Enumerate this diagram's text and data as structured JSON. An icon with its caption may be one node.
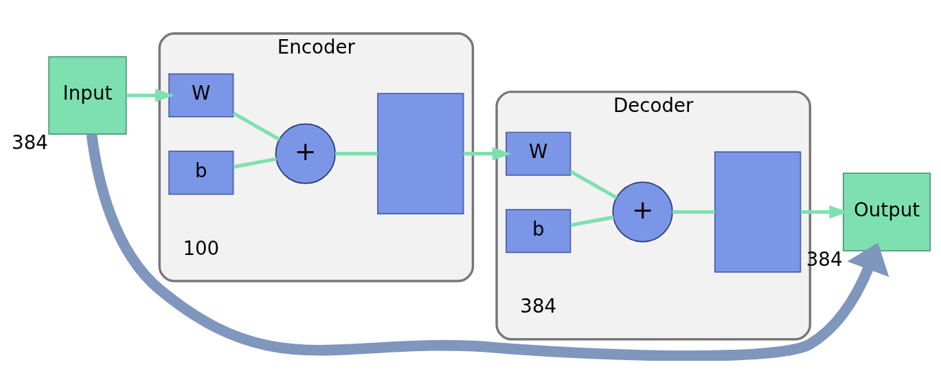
{
  "diagram": {
    "nodes": [
      {
        "text": [
          "Input"
        ],
        "beside": [
          "384"
        ]
      },
      {
        "text": [
          "Encoder"
        ],
        "beside": [
          "100"
        ]
      },
      {
        "text": [
          "W"
        ],
        "in": 1
      },
      {
        "text": [
          "b"
        ],
        "in": 1
      },
      {
        "text": [
          "+"
        ],
        "in": 1
      },
      {
        "text": [],
        "shape": "box",
        "in": 1
      },
      {
        "text": [
          "Decoder"
        ],
        "beside": [
          "384"
        ]
      },
      {
        "text": [
          "W"
        ],
        "in": 6
      },
      {
        "text": [
          "b"
        ],
        "in": 6
      },
      {
        "text": [
          "+"
        ],
        "in": 6
      },
      {
        "text": [],
        "shape": "box",
        "in": 6
      },
      {
        "text": [
          "Output"
        ],
        "beside": [
          "384"
        ]
      }
    ],
    "edges": [
      {
        "from": 0,
        "to": 2,
        "arrow": "to"
      },
      {
        "from": 2,
        "to": 4,
        "arrow": "none"
      },
      {
        "from": 3,
        "to": 4,
        "arrow": "none"
      },
      {
        "from": 4,
        "to": 5,
        "arrow": "none"
      },
      {
        "from": 5,
        "to": 7,
        "arrow": "to"
      },
      {
        "from": 7,
        "to": 9,
        "arrow": "none"
      },
      {
        "from": 8,
        "to": 9,
        "arrow": "none"
      },
      {
        "from": 9,
        "to": 10,
        "arrow": "none"
      },
      {
        "from": 10,
        "to": 11,
        "arrow": "to"
      },
      {
        "from": 0,
        "to": 11,
        "arrow": "to",
        "style": "thick",
        "color": "#7f96bd"
      }
    ]
  }
}
